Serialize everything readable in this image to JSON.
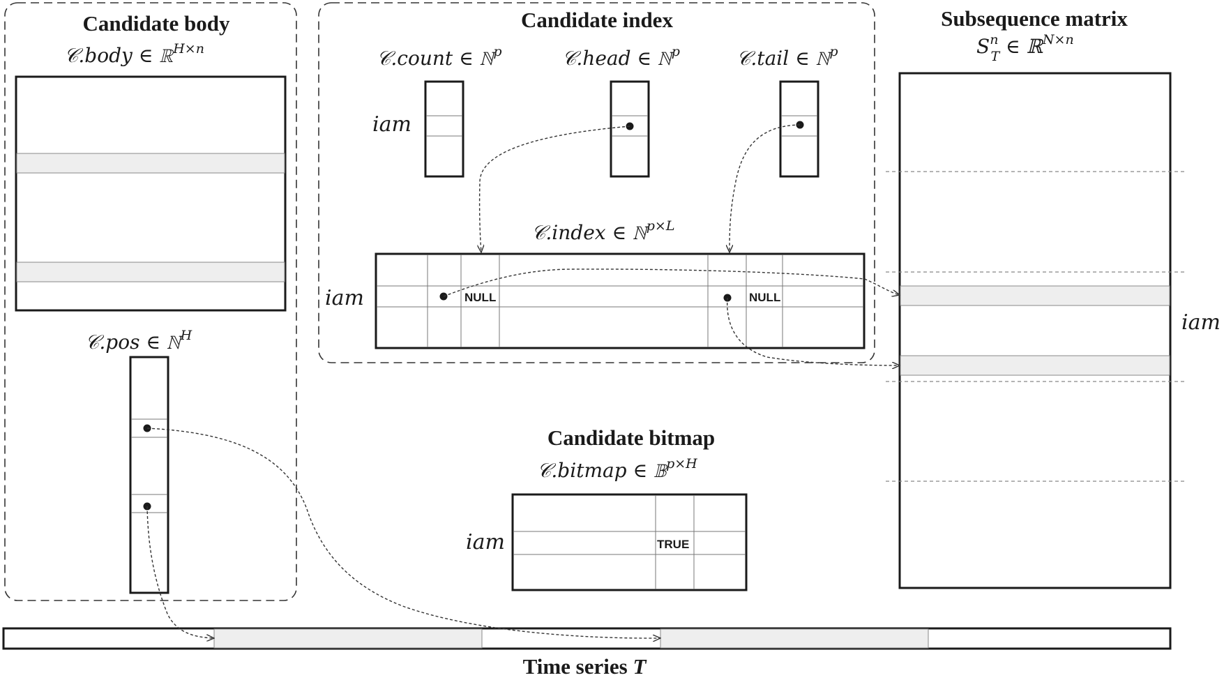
{
  "groups": {
    "body": {
      "title": "Candidate body",
      "formula": "𝒞.body ∈ ℝ",
      "formula_sup": "H×n"
    },
    "index": {
      "title": "Candidate index"
    },
    "matrix": {
      "title": "Subsequence matrix",
      "formula_base": "S",
      "formula_sup": "n",
      "formula_sub": "T",
      "formula_rest": " ∈ ℝ",
      "formula_rest_sup": "N×n"
    },
    "bitmap": {
      "title": "Candidate bitmap",
      "formula": "𝒞.bitmap ∈ 𝔹",
      "formula_sup": "p×H"
    },
    "series": {
      "title": "Time series ",
      "title_var": "T"
    }
  },
  "labels": {
    "pos": {
      "formula": "𝒞.pos ∈ ℕ",
      "formula_sup": "H"
    },
    "count": {
      "formula": "𝒞.count ∈ ℕ",
      "formula_sup": "p"
    },
    "head": {
      "formula": "𝒞.head ∈ ℕ",
      "formula_sup": "p"
    },
    "tail": {
      "formula": "𝒞.tail ∈ ℕ",
      "formula_sup": "p"
    },
    "index_array": {
      "formula": "𝒞.index ∈ ℕ",
      "formula_sup": "p×L"
    }
  },
  "row_labels": {
    "count_row": "iam",
    "index_row": "iam",
    "bitmap_row": "iam",
    "matrix_row": "iam"
  },
  "cells": {
    "null_1": "NULL",
    "null_2": "NULL",
    "true_cell": "TRUE"
  }
}
